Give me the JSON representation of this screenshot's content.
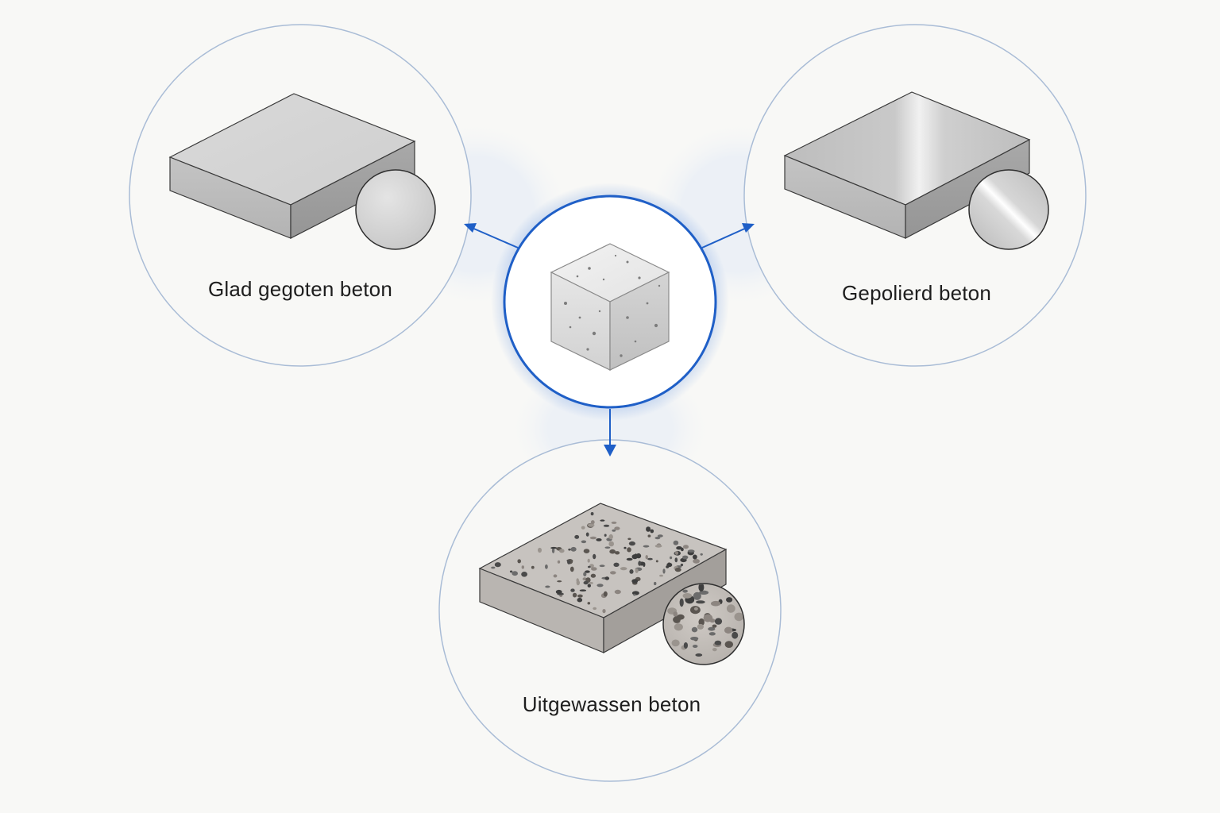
{
  "center": {
    "icon": "concrete-cube-icon",
    "accent_color": "#1f5fc7"
  },
  "finishes": [
    {
      "id": "smooth",
      "label": "Glad gegoten beton",
      "icon": "smooth-concrete-slab-icon"
    },
    {
      "id": "polished",
      "label": "Gepolierd beton",
      "icon": "polished-concrete-slab-icon"
    },
    {
      "id": "exposed",
      "label": "Uitgewassen beton",
      "icon": "exposed-aggregate-slab-icon"
    }
  ],
  "colors": {
    "background": "#f8f8f6",
    "circle_stroke": "#a9bcd6",
    "arrow": "#1f5fc7"
  }
}
